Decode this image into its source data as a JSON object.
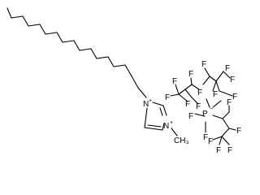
{
  "molecule": {
    "atoms": {
      "N1": "N",
      "N2": "N",
      "P": "P"
    },
    "charges": {
      "N1": "+",
      "N2": "+",
      "P": "−"
    },
    "labels": {
      "methyl": "CH₃"
    },
    "fluorine": {
      "label": "F",
      "count": 18
    }
  },
  "colors": {
    "stroke": "#000000",
    "background": "#ffffff"
  }
}
